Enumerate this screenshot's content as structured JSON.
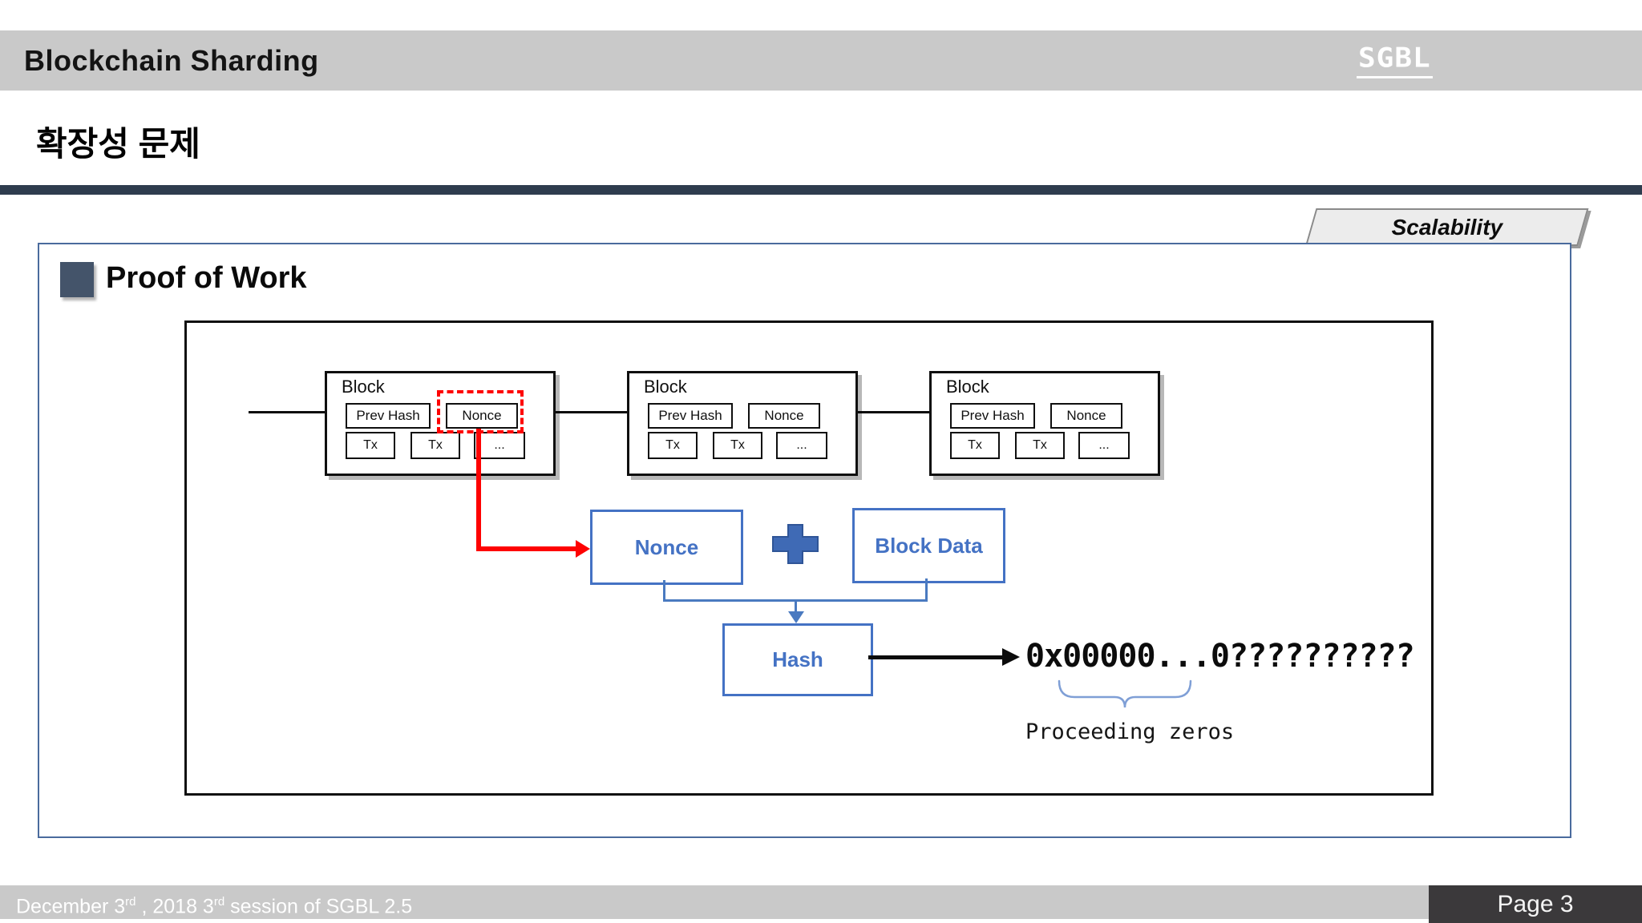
{
  "header": {
    "title": "Blockchain Sharding",
    "logo": "SGBL"
  },
  "slide": {
    "subtitle": "확장성 문제",
    "tab_label": "Scalability",
    "section_title": "Proof of Work"
  },
  "diagram": {
    "blocks": [
      {
        "label": "Block",
        "prev_hash": "Prev Hash",
        "nonce": "Nonce",
        "tx_a": "Tx",
        "tx_b": "Tx",
        "more": "..."
      },
      {
        "label": "Block",
        "prev_hash": "Prev Hash",
        "nonce": "Nonce",
        "tx_a": "Tx",
        "tx_b": "Tx",
        "more": "..."
      },
      {
        "label": "Block",
        "prev_hash": "Prev Hash",
        "nonce": "Nonce",
        "tx_a": "Tx",
        "tx_b": "Tx",
        "more": "..."
      }
    ],
    "flow": {
      "nonce_label": "Nonce",
      "block_data_label": "Block Data",
      "hash_label": "Hash",
      "result": "0x00000...0??????????",
      "brace_caption": "Proceeding zeros"
    }
  },
  "footer": {
    "date_part1": "December 3",
    "date_sup1": "rd",
    "date_part2": " , 2018 3",
    "date_sup2": "rd",
    "date_part3": " session of SGBL 2.5",
    "page_label": "Page 3"
  },
  "colors": {
    "accent_blue": "#4472c4",
    "connector_blue": "#4a7ac0",
    "frame_blue": "#4a6b9d",
    "highlight_red": "#fe0202",
    "divider_navy": "#2e3c4e",
    "bullet_slate": "#44546a",
    "bar_gray": "#c9c9c9",
    "footer_dark": "#3b393b"
  }
}
